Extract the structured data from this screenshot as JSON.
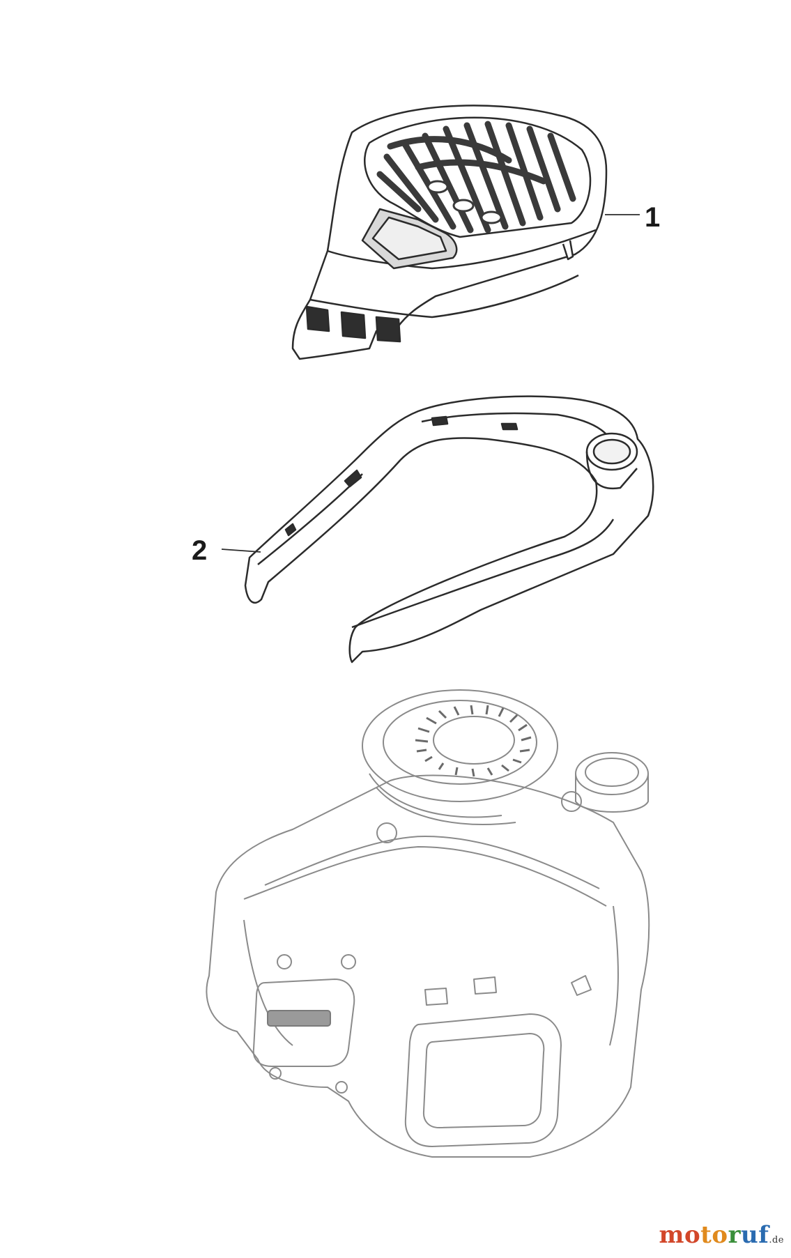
{
  "diagram": {
    "callouts": [
      {
        "number": "1",
        "part": "shroud-cover"
      },
      {
        "number": "2",
        "part": "engine-cover-frame"
      }
    ],
    "colors": {
      "line": "#2b2b2b",
      "fill": "#ffffff",
      "grille": "#3a3a3a",
      "ghost_line": "#8a8a8a"
    }
  },
  "watermark": {
    "text": "motoruf",
    "suffix": ".de"
  }
}
